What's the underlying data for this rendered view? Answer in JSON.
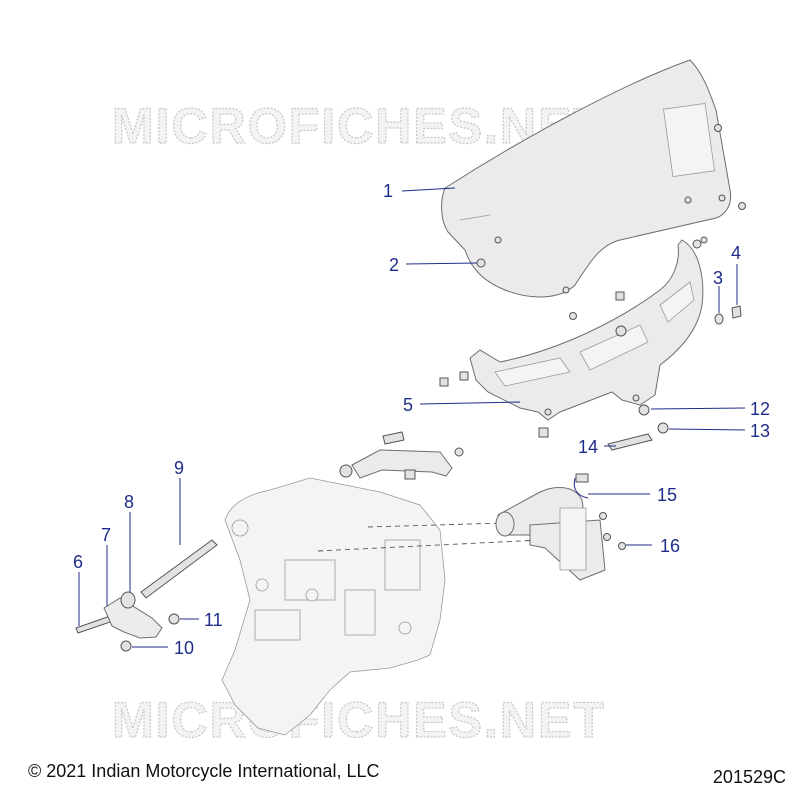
{
  "watermark": "MICROFICHES.NET",
  "callouts": [
    "1",
    "2",
    "3",
    "4",
    "5",
    "6",
    "7",
    "8",
    "9",
    "10",
    "11",
    "12",
    "13",
    "14",
    "15",
    "16"
  ],
  "footer": {
    "copyright": "© 2021 Indian Motorcycle International, LLC",
    "diagram_number": "201529C"
  }
}
